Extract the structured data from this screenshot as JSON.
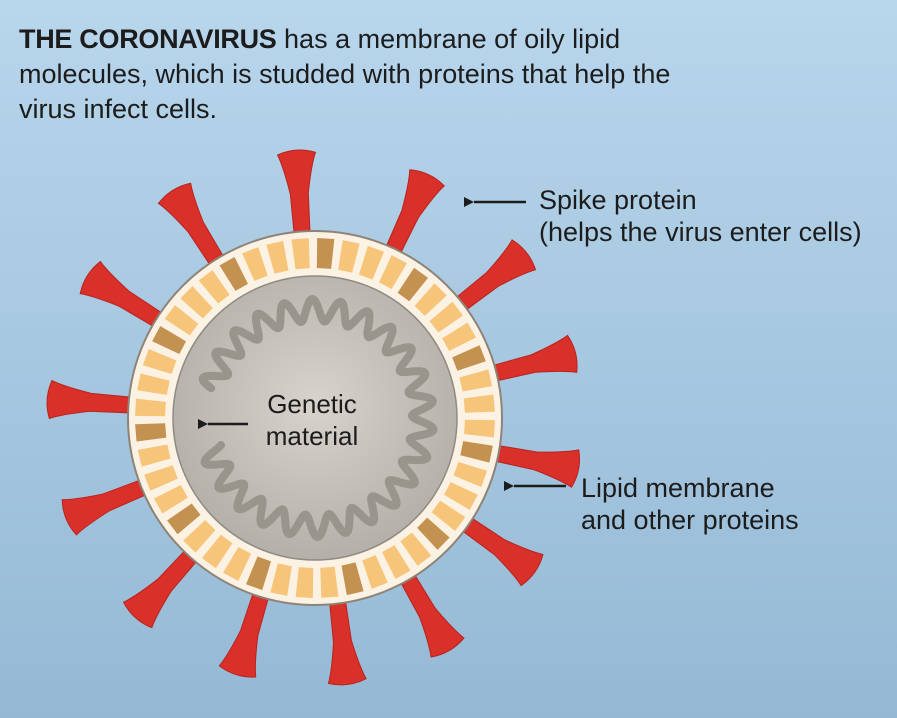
{
  "intro": {
    "lead": "THE CORONAVIRUS",
    "rest": "has a membrane of oily lipid molecules, which is studded with proteins that help the virus infect cells."
  },
  "labels": {
    "spike_line1": "Spike protein",
    "spike_line2": "(helps the virus enter cells)",
    "lipid_line1": "Lipid membrane",
    "lipid_line2": "and other proteins",
    "genetic_line1": "Genetic",
    "genetic_line2": "material"
  },
  "colors": {
    "background_top": "#b8d6ec",
    "background_bottom": "#95b9d5",
    "spike": "#d9302a",
    "membrane_light": "#f6c57a",
    "membrane_dark": "#c39251",
    "membrane_base": "#fbf2e4",
    "core": "#b1aca5",
    "rna": "#9a958c"
  },
  "icons": {
    "arrow": "left-arrow-icon"
  }
}
